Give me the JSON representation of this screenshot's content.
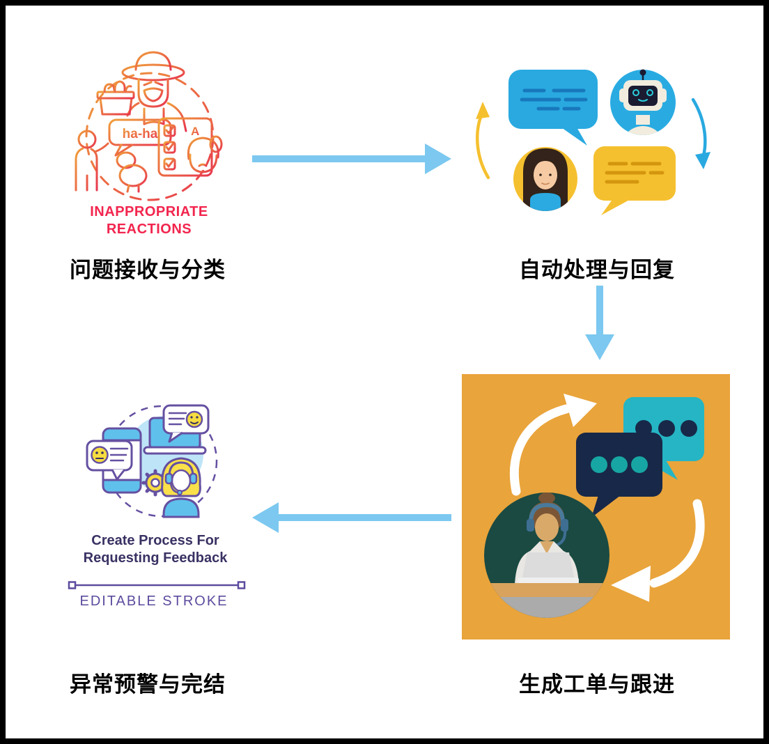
{
  "diagram": {
    "steps": [
      {
        "label": "问题接收与分类"
      },
      {
        "label": "自动处理与回复"
      },
      {
        "label": "生成工单与跟进"
      },
      {
        "label": "异常预警与完结"
      }
    ],
    "step1_icon": {
      "speech_bubble_text": "ha-ha",
      "grade_text": "A",
      "caption_line1": "INAPPROPRIATE",
      "caption_line2": "REACTIONS"
    },
    "step4_icon": {
      "title_line1": "Create Process For",
      "title_line2": "Requesting Feedback",
      "subtitle": "EDITABLE STROKE"
    },
    "colors": {
      "arrow_blue": "#7CC8F0",
      "orange_panel": "#E9A43B",
      "bubble_blue": "#29A9E0",
      "bubble_yellow": "#F5C02F",
      "bubble_teal": "#25B5C4",
      "bubble_navy": "#182848",
      "caption_red": "#F2254E",
      "outline_purple": "#6550A1",
      "title_purple": "#3A3163",
      "editable_purple": "#5D4B9E"
    }
  }
}
